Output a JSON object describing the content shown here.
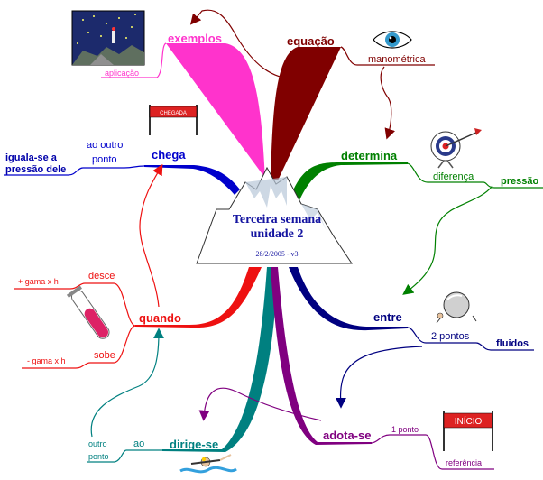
{
  "center": {
    "title_line1": "Terceira semana",
    "title_line2": "unidade 2",
    "date": "28/2/2005 - v3"
  },
  "branches": {
    "exemplos": "exemplos",
    "equacao": "equação",
    "determina": "determina",
    "chega": "chega",
    "quando": "quando",
    "entre": "entre",
    "dirige_se": "dirige-se",
    "adota_se": "adota-se"
  },
  "subs": {
    "aplicacao": "aplicação",
    "manometrica": "manométrica",
    "diferenca": "diferença",
    "pressao": "pressão",
    "ao_outro": "ao outro",
    "ponto": "ponto",
    "iguala_se_line1": "iguala-se a",
    "iguala_se_line2": "pressão dele",
    "mais_gama": "+ gama x h",
    "desce": "desce",
    "menos_gama": "- gama x h",
    "sobe": "sobe",
    "dois_pontos": "2 pontos",
    "fluidos": "fluidos",
    "outro": "outro",
    "ponto2": "ponto",
    "ao": "ao",
    "um_ponto": "1 ponto",
    "referencia": "referência"
  },
  "banners": {
    "chegada": "CHEGADA",
    "inicio": "INÍCIO"
  },
  "colors": {
    "exemplos": "#ff33cc",
    "equacao": "#800000",
    "determina": "#008000",
    "chega": "#0000cc",
    "quando": "#ee1111",
    "entre": "#000080",
    "dirige_se": "#008080",
    "adota_se": "#800080",
    "center_text": "#1414a0"
  },
  "icons": [
    "night-scene-icon",
    "eye-icon",
    "target-icon",
    "chegada-banner-icon",
    "test-tube-icon",
    "sphere-person-icon",
    "inicio-banner-icon",
    "swimmer-icon"
  ]
}
